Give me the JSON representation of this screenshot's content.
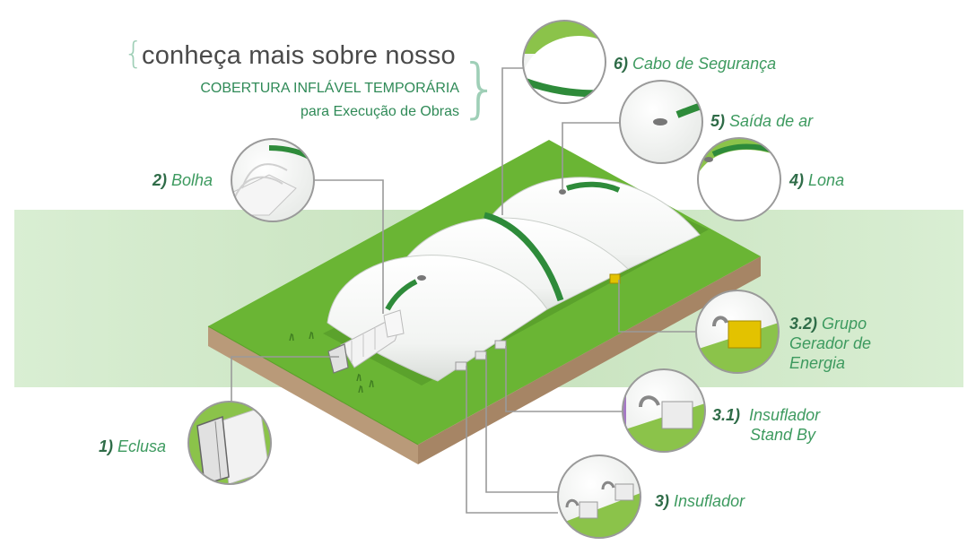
{
  "header": {
    "line1": "conheça mais sobre nosso",
    "line2": "COBERTURA INFLÁVEL TEMPORÁRIA",
    "line3": "para Execução de Obras"
  },
  "labels": {
    "l1": {
      "num": "1)",
      "name": "Eclusa"
    },
    "l2": {
      "num": "2)",
      "name": "Bolha"
    },
    "l3": {
      "num": "3)",
      "name": "Insuflador"
    },
    "l31": {
      "num": "3.1)",
      "name1": "Insuflador",
      "name2": "Stand By"
    },
    "l32": {
      "num": "3.2)",
      "name1": "Grupo",
      "name2": "Gerador de",
      "name3": "Energia"
    },
    "l4": {
      "num": "4)",
      "name": "Lona"
    },
    "l5": {
      "num": "5)",
      "name": "Saída de ar"
    },
    "l6": {
      "num": "6)",
      "name": "Cabo de Segurança"
    }
  },
  "colors": {
    "band": "#cfe6c6",
    "grass": "#6ab534",
    "soil": "#b99a79",
    "accent_text": "#3d9a5f",
    "strap": "#2e8b3a",
    "leader": "#9a9a9a"
  }
}
